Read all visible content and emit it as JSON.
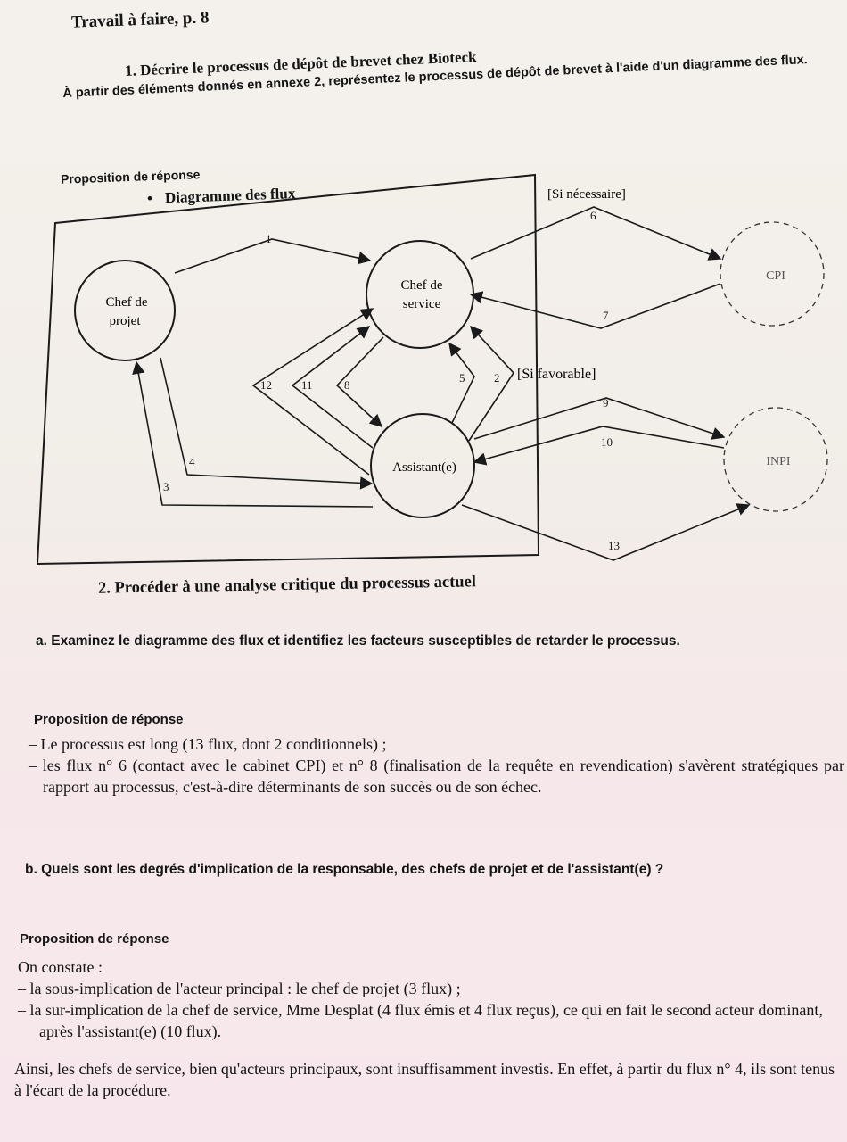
{
  "header": {
    "title": "Travail à faire, p. 8",
    "question1": "1. Décrire le processus de dépôt de brevet chez Bioteck",
    "instruction": "À partir des éléments donnés en annexe 2, représentez le processus de dépôt de brevet à l'aide d'un diagramme des flux.",
    "proposition_label": "Proposition de réponse",
    "diagram_bullet": "•",
    "diagram_title": "Diagramme des flux"
  },
  "diagram": {
    "actors": {
      "chef_projet_l1": "Chef de",
      "chef_projet_l2": "projet",
      "chef_service_l1": "Chef de",
      "chef_service_l2": "service",
      "assistant": "Assistant(e)",
      "cpi": "CPI",
      "inpi": "INPI"
    },
    "conditions": {
      "si_necessaire": "[Si nécessaire]",
      "si_favorable": "[Si favorable]"
    },
    "flows": [
      "1",
      "2",
      "3",
      "4",
      "5",
      "6",
      "7",
      "8",
      "9",
      "10",
      "11",
      "12",
      "13"
    ]
  },
  "section2": {
    "title": "2. Procéder à une analyse critique du processus actuel",
    "qa": "a. Examinez le diagramme des flux et identifiez les facteurs susceptibles de retarder le processus.",
    "prop_label": "Proposition de réponse",
    "a_items": [
      "– Le processus est long (13 flux, dont 2 conditionnels) ;",
      "– les flux n° 6 (contact avec le cabinet CPI) et n° 8 (finalisation de la requête en revendication) s'avèrent stratégiques par rapport au processus, c'est-à-dire déterminants de son succès ou de son échec."
    ],
    "qb": "b. Quels sont les degrés d'implication de la responsable, des chefs de projet et de l'assistant(e) ?",
    "prop_label_b": "Proposition de réponse",
    "b_intro": "On constate :",
    "b_items": [
      "– la sous-implication de l'acteur principal : le chef de projet (3 flux) ;",
      "– la sur-implication de la chef de service, Mme Desplat (4 flux émis et 4 flux reçus), ce qui en fait le second acteur dominant, après l'assistant(e) (10 flux)."
    ],
    "conclusion": "Ainsi, les chefs de service, bien qu'acteurs principaux, sont insuffisamment investis. En effet, à partir du flux n° 4, ils sont tenus à l'écart de la procédure."
  }
}
